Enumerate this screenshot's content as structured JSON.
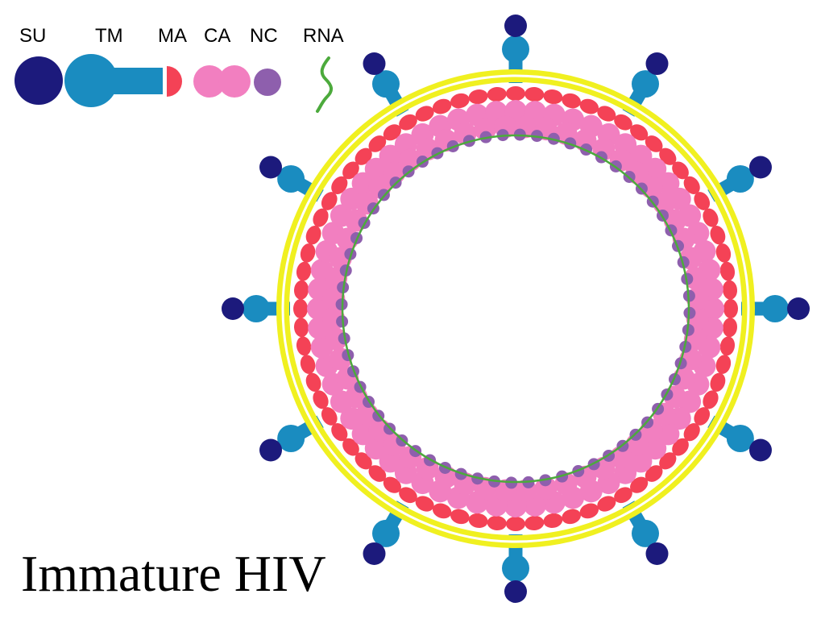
{
  "title": "Immature HIV",
  "legend": {
    "su": "SU",
    "tm": "TM",
    "ma": "MA",
    "ca": "CA",
    "nc": "NC",
    "rna": "RNA"
  },
  "components": {
    "glycoprotein_count": 12,
    "ma_count": 72,
    "ca_outer_count": 64,
    "ca_inner_count": 56,
    "nc_count": 64
  },
  "colors": {
    "su": "#1c1a7c",
    "tm": "#1a8cc0",
    "ma": "#f44256",
    "ca": "#f27fc0",
    "nc": "#8e5fad",
    "rna": "#4caa3c",
    "membrane": "#f0f020"
  }
}
